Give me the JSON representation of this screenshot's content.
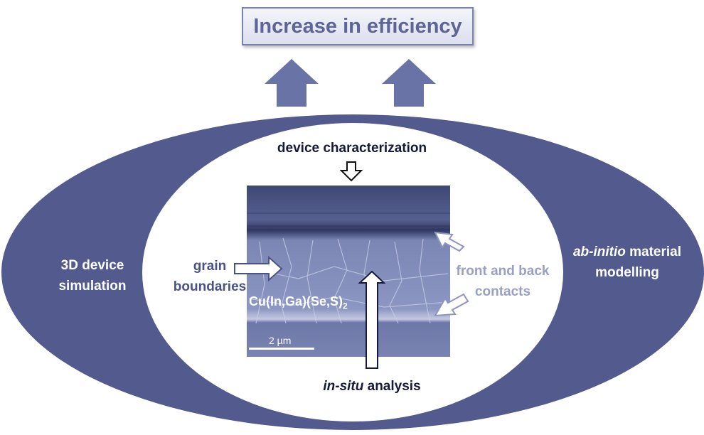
{
  "title": "Increase in efficiency",
  "labels": {
    "device_characterization": "device characterization",
    "simulation_line1": "3D device",
    "simulation_line2": "simulation",
    "ab_initio_italic": "ab-initio",
    "ab_initio_rest": " material",
    "modelling": "modelling",
    "grain_line1": "grain",
    "grain_line2": "boundaries",
    "contacts_line1": "front and back",
    "contacts_line2": "contacts",
    "insitu_italic": "in-situ",
    "insitu_rest": " analysis",
    "material_formula": "Cu(In,Ga)(Se,S)",
    "material_subscript": "2",
    "scale_bar": "2 µm"
  },
  "colors": {
    "outer_ellipse": "#525a8e",
    "arrow_fill": "#6a73a6",
    "title_text": "#5d6596",
    "contacts_text": "#9aa0c4",
    "grain_text": "#4a5286"
  }
}
